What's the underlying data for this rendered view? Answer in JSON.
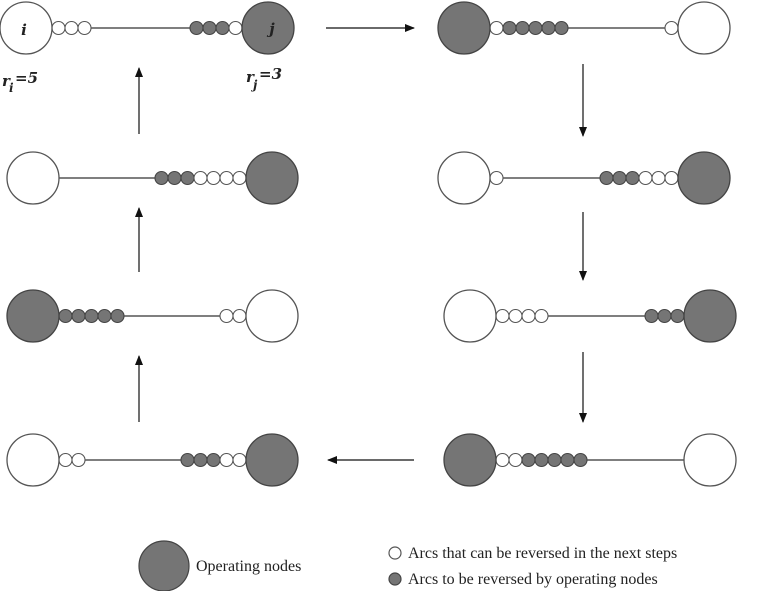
{
  "node_labels": {
    "i": "i",
    "j": "j",
    "ri_main": "r",
    "ri_sub": "i",
    "ri_eq": "=5",
    "rj_main": "r",
    "rj_sub": "j",
    "rj_eq": "=3"
  },
  "legend": {
    "operating_nodes": "Operating nodes",
    "white_arcs": "Arcs that can  be reversed in the next steps",
    "gray_arcs": "Arcs to be reversed by operating nodes"
  },
  "colors": {
    "operating_fill": "#757575",
    "operating_stroke": "#444444",
    "idle_fill": "#ffffff",
    "idle_stroke": "#555555",
    "line": "#333333",
    "arrow": "#111111"
  },
  "states": [
    {
      "step": 1,
      "left_operating": false,
      "right_operating": true,
      "left_arcs": [
        "w",
        "w",
        "w"
      ],
      "right_arcs": [
        "g",
        "g",
        "g",
        "w"
      ]
    },
    {
      "step": 2,
      "left_operating": true,
      "right_operating": false,
      "left_arcs": [
        "w",
        "g",
        "g",
        "g",
        "g",
        "g"
      ],
      "right_arcs": [
        "w"
      ]
    },
    {
      "step": 3,
      "left_operating": false,
      "right_operating": true,
      "left_arcs": [
        "w"
      ],
      "right_arcs": [
        "g",
        "g",
        "g",
        "w",
        "w",
        "w"
      ]
    },
    {
      "step": 4,
      "left_operating": false,
      "right_operating": true,
      "left_arcs": [
        "w",
        "w",
        "w",
        "w"
      ],
      "right_arcs": [
        "g",
        "g",
        "g"
      ]
    },
    {
      "step": 5,
      "left_operating": true,
      "right_operating": false,
      "left_arcs": [
        "w",
        "w",
        "g",
        "g",
        "g",
        "g",
        "g"
      ],
      "right_arcs": []
    },
    {
      "step": 6,
      "left_operating": false,
      "right_operating": true,
      "left_arcs": [
        "w",
        "w"
      ],
      "right_arcs": [
        "g",
        "g",
        "g",
        "w",
        "w"
      ]
    },
    {
      "step": 7,
      "left_operating": true,
      "right_operating": false,
      "left_arcs": [
        "g",
        "g",
        "g",
        "g",
        "g"
      ],
      "right_arcs": [
        "w",
        "w"
      ]
    },
    {
      "step": 8,
      "left_operating": false,
      "right_operating": true,
      "left_arcs": [],
      "right_arcs": [
        "g",
        "g",
        "g",
        "w",
        "w",
        "w",
        "w"
      ]
    }
  ]
}
